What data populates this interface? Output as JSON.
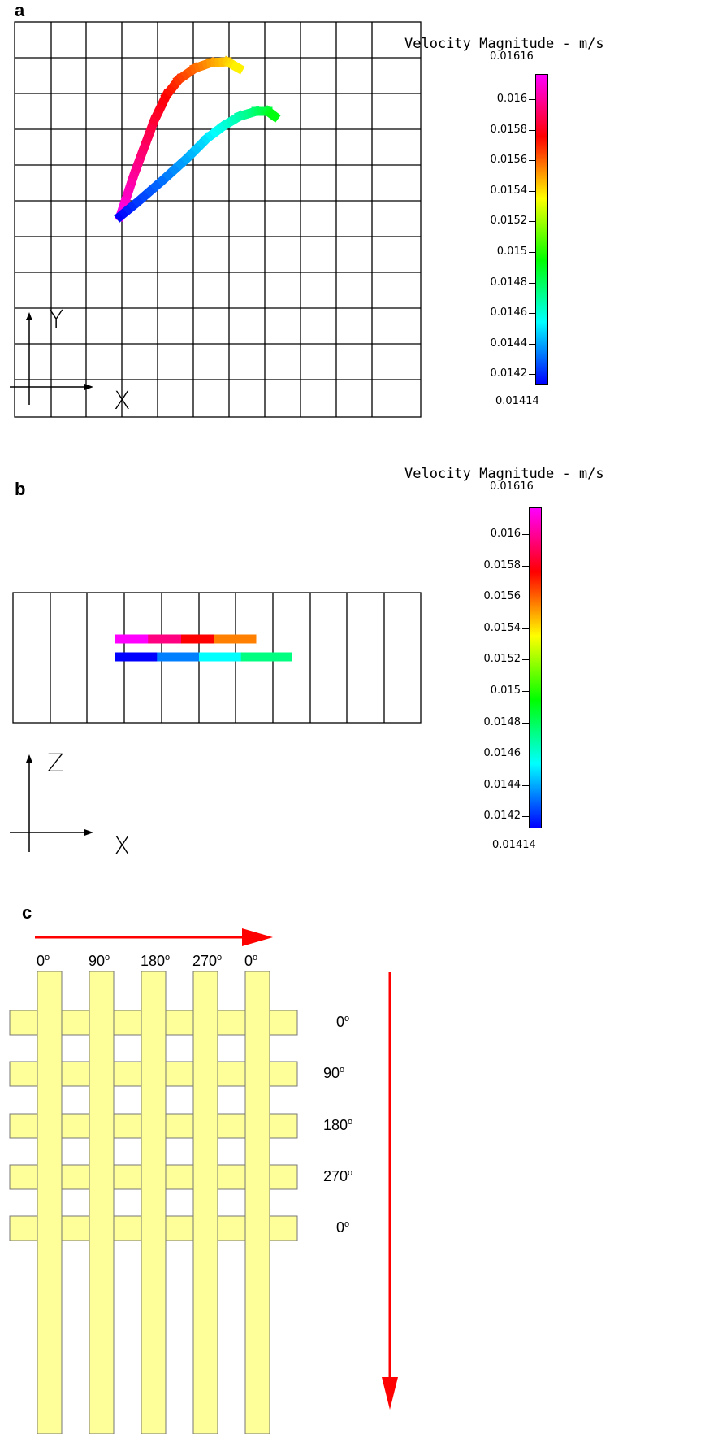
{
  "panels": [
    {
      "label": "a",
      "legend": {
        "title": "Velocity Magnitude - m/s",
        "max": "0.01616",
        "min": "0.01414",
        "ticks": [
          "0.016",
          "0.0158",
          "0.0156",
          "0.0154",
          "0.0152",
          "0.015",
          "0.0148",
          "0.0146",
          "0.0144",
          "0.0142"
        ]
      },
      "axes": {
        "vertical": "Y",
        "horizontal": "X"
      }
    },
    {
      "label": "b",
      "legend": {
        "title": "Velocity Magnitude - m/s",
        "max": "0.01616",
        "min": "0.01414",
        "ticks": [
          "0.016",
          "0.0158",
          "0.0156",
          "0.0154",
          "0.0152",
          "0.015",
          "0.0148",
          "0.0146",
          "0.0144",
          "0.0142"
        ]
      },
      "axes": {
        "vertical": "Z",
        "horizontal": "X"
      }
    },
    {
      "label": "c",
      "column_angles": [
        "0",
        "90",
        "180",
        "270",
        "0"
      ],
      "row_angles": [
        "0",
        "90",
        "180",
        "270",
        "0"
      ],
      "degree_symbol": "o"
    }
  ],
  "colors": {
    "grid_line": "#000000",
    "fiber_fill": "#ffff99",
    "fiber_stroke": "#777777",
    "arrow": "#ff0000",
    "scale": [
      "#0000ff",
      "#00ffff",
      "#00ff00",
      "#ffff00",
      "#ff0000",
      "#ff00ff"
    ]
  }
}
